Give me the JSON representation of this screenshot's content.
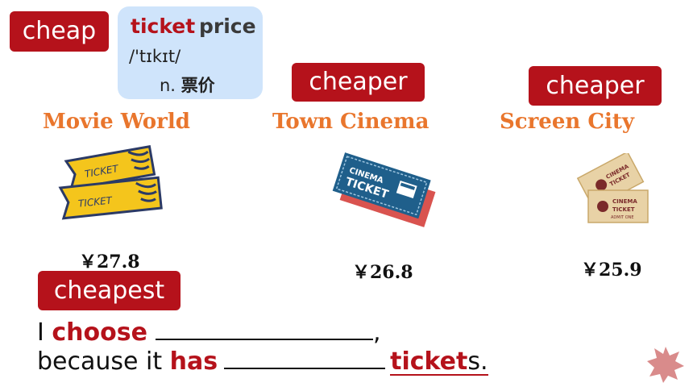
{
  "tags": {
    "cheap": "cheap",
    "cheaper_1": "cheaper",
    "cheaper_2": "cheaper",
    "cheapest": "cheapest"
  },
  "vocab": {
    "word_red": "ticket",
    "word_dark": "price",
    "phonetic": "/'tɪkɪt/",
    "pos": "n.",
    "meaning": "票价"
  },
  "cinemas": [
    {
      "name": "Movie World",
      "price": "￥27.8"
    },
    {
      "name": "Town Cinema",
      "price": "￥26.8"
    },
    {
      "name": "Screen City",
      "price": "￥25.9"
    }
  ],
  "ticket_labels": {
    "ticket": "TICKET",
    "cinema": "CINEMA",
    "admit": "ADMIT ONE"
  },
  "sentence": {
    "line1_prefix": "I ",
    "line1_verb": "choose",
    "line1_end": ",",
    "line2_prefix": "because it ",
    "line2_verb": "has",
    "line2_word": "ticket",
    "line2_suffix": "s."
  },
  "colors": {
    "tag_red": "#b5121b",
    "cinema_orange": "#e9762d",
    "vocab_bg": "#cfe4fb",
    "star_pink": "#d98b8b"
  },
  "icons": [
    "yellow-tickets-icon",
    "blue-cinema-ticket-icon",
    "beige-cinema-ticket-icon",
    "star-badge-icon"
  ]
}
